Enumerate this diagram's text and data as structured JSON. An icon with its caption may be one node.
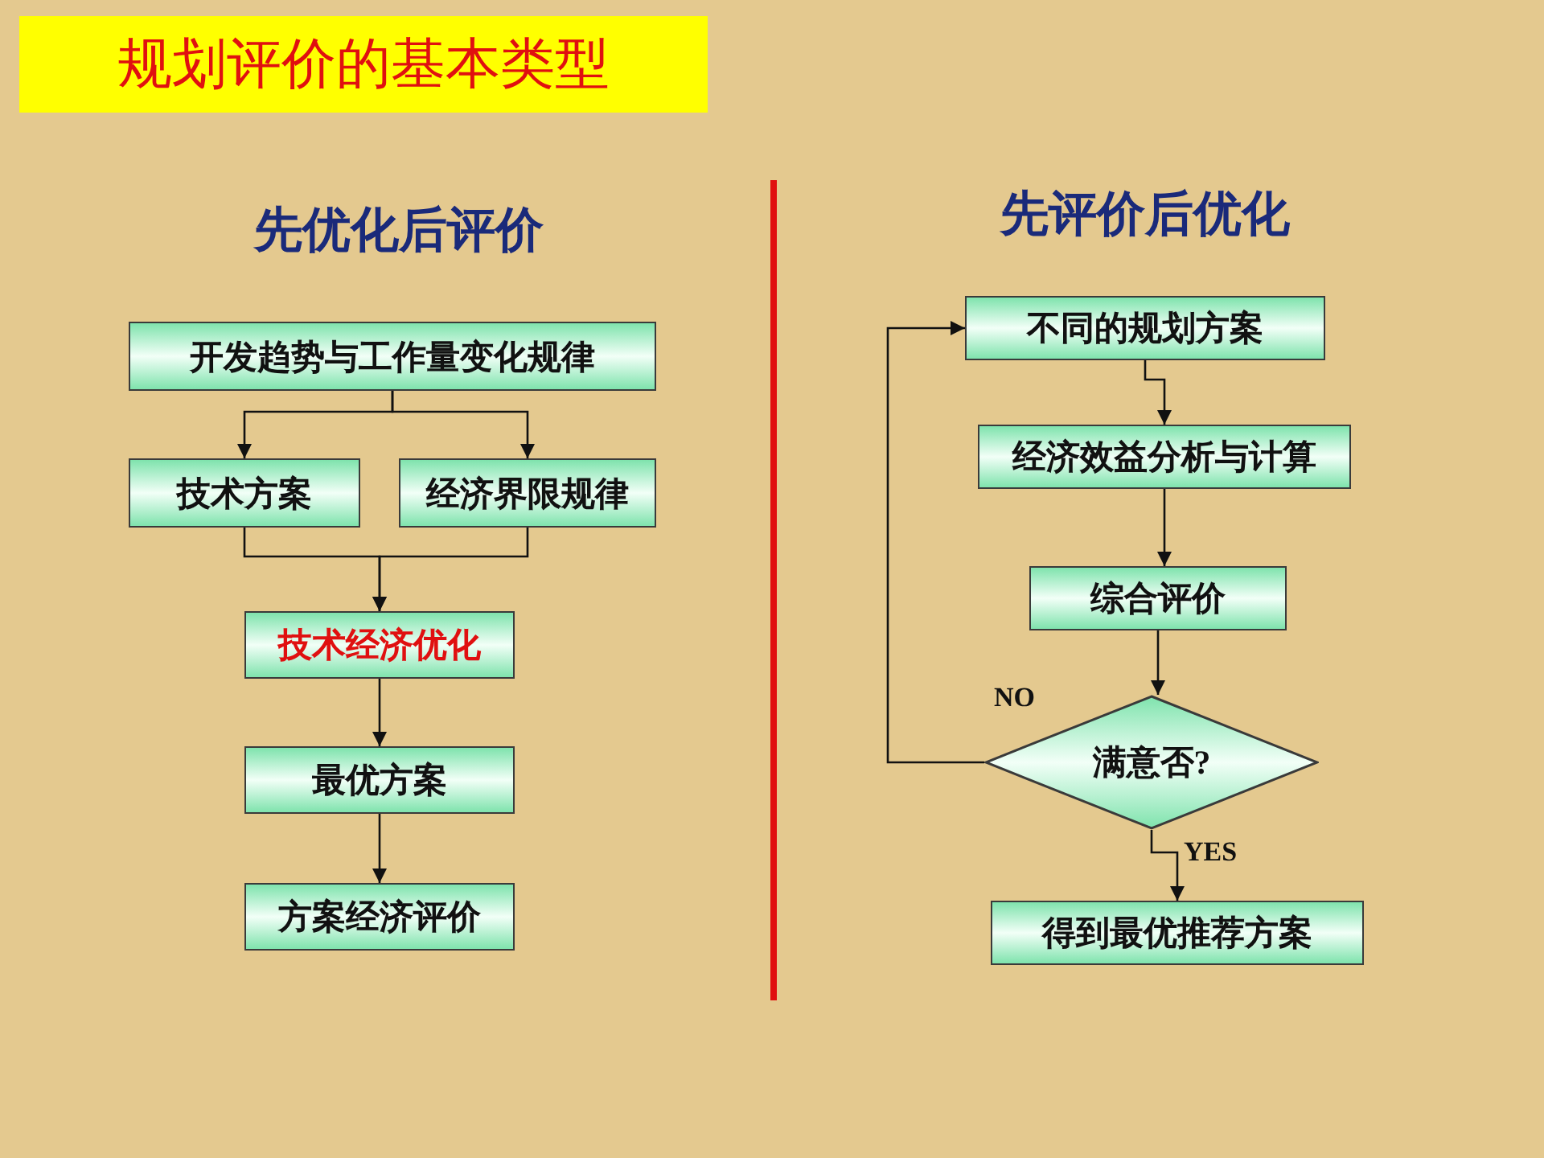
{
  "diagram": {
    "title": "规划评价的基本类型",
    "nodes": [
      {
        "text": [
          "开发趋势与工作量变化规律"
        ]
      },
      {
        "text": [
          "技术方案"
        ]
      },
      {
        "text": [
          "经济界限规律"
        ]
      },
      {
        "text": [
          "技术经济优化"
        ]
      },
      {
        "text": [
          "最优方案"
        ]
      },
      {
        "text": [
          "方案经济评价"
        ]
      },
      {
        "text": [
          "不同的规划方案"
        ]
      },
      {
        "text": [
          "经济效益分析与计算"
        ]
      },
      {
        "text": [
          "综合评价"
        ]
      },
      {
        "text": [
          "满意否?"
        ]
      },
      {
        "text": [
          "得到最优推荐方案"
        ]
      }
    ],
    "edges": [
      {
        "from": 0,
        "to": 1,
        "arrow": "to"
      },
      {
        "from": 0,
        "to": 2,
        "arrow": "to"
      },
      {
        "from": 1,
        "to": 3,
        "arrow": "to"
      },
      {
        "from": 2,
        "to": 3,
        "arrow": "to"
      },
      {
        "from": 3,
        "to": 4,
        "arrow": "to"
      },
      {
        "from": 4,
        "to": 5,
        "arrow": "to"
      },
      {
        "from": 6,
        "to": 7,
        "arrow": "to"
      },
      {
        "from": 7,
        "to": 8,
        "arrow": "to"
      },
      {
        "from": 8,
        "to": 9,
        "arrow": "to"
      },
      {
        "from": 9,
        "to": 6,
        "arrow": "to",
        "label": "NO"
      },
      {
        "from": 9,
        "to": 10,
        "arrow": "to",
        "label": "YES"
      }
    ],
    "labels": [
      "先优化后评价",
      "先评价后优化"
    ]
  }
}
